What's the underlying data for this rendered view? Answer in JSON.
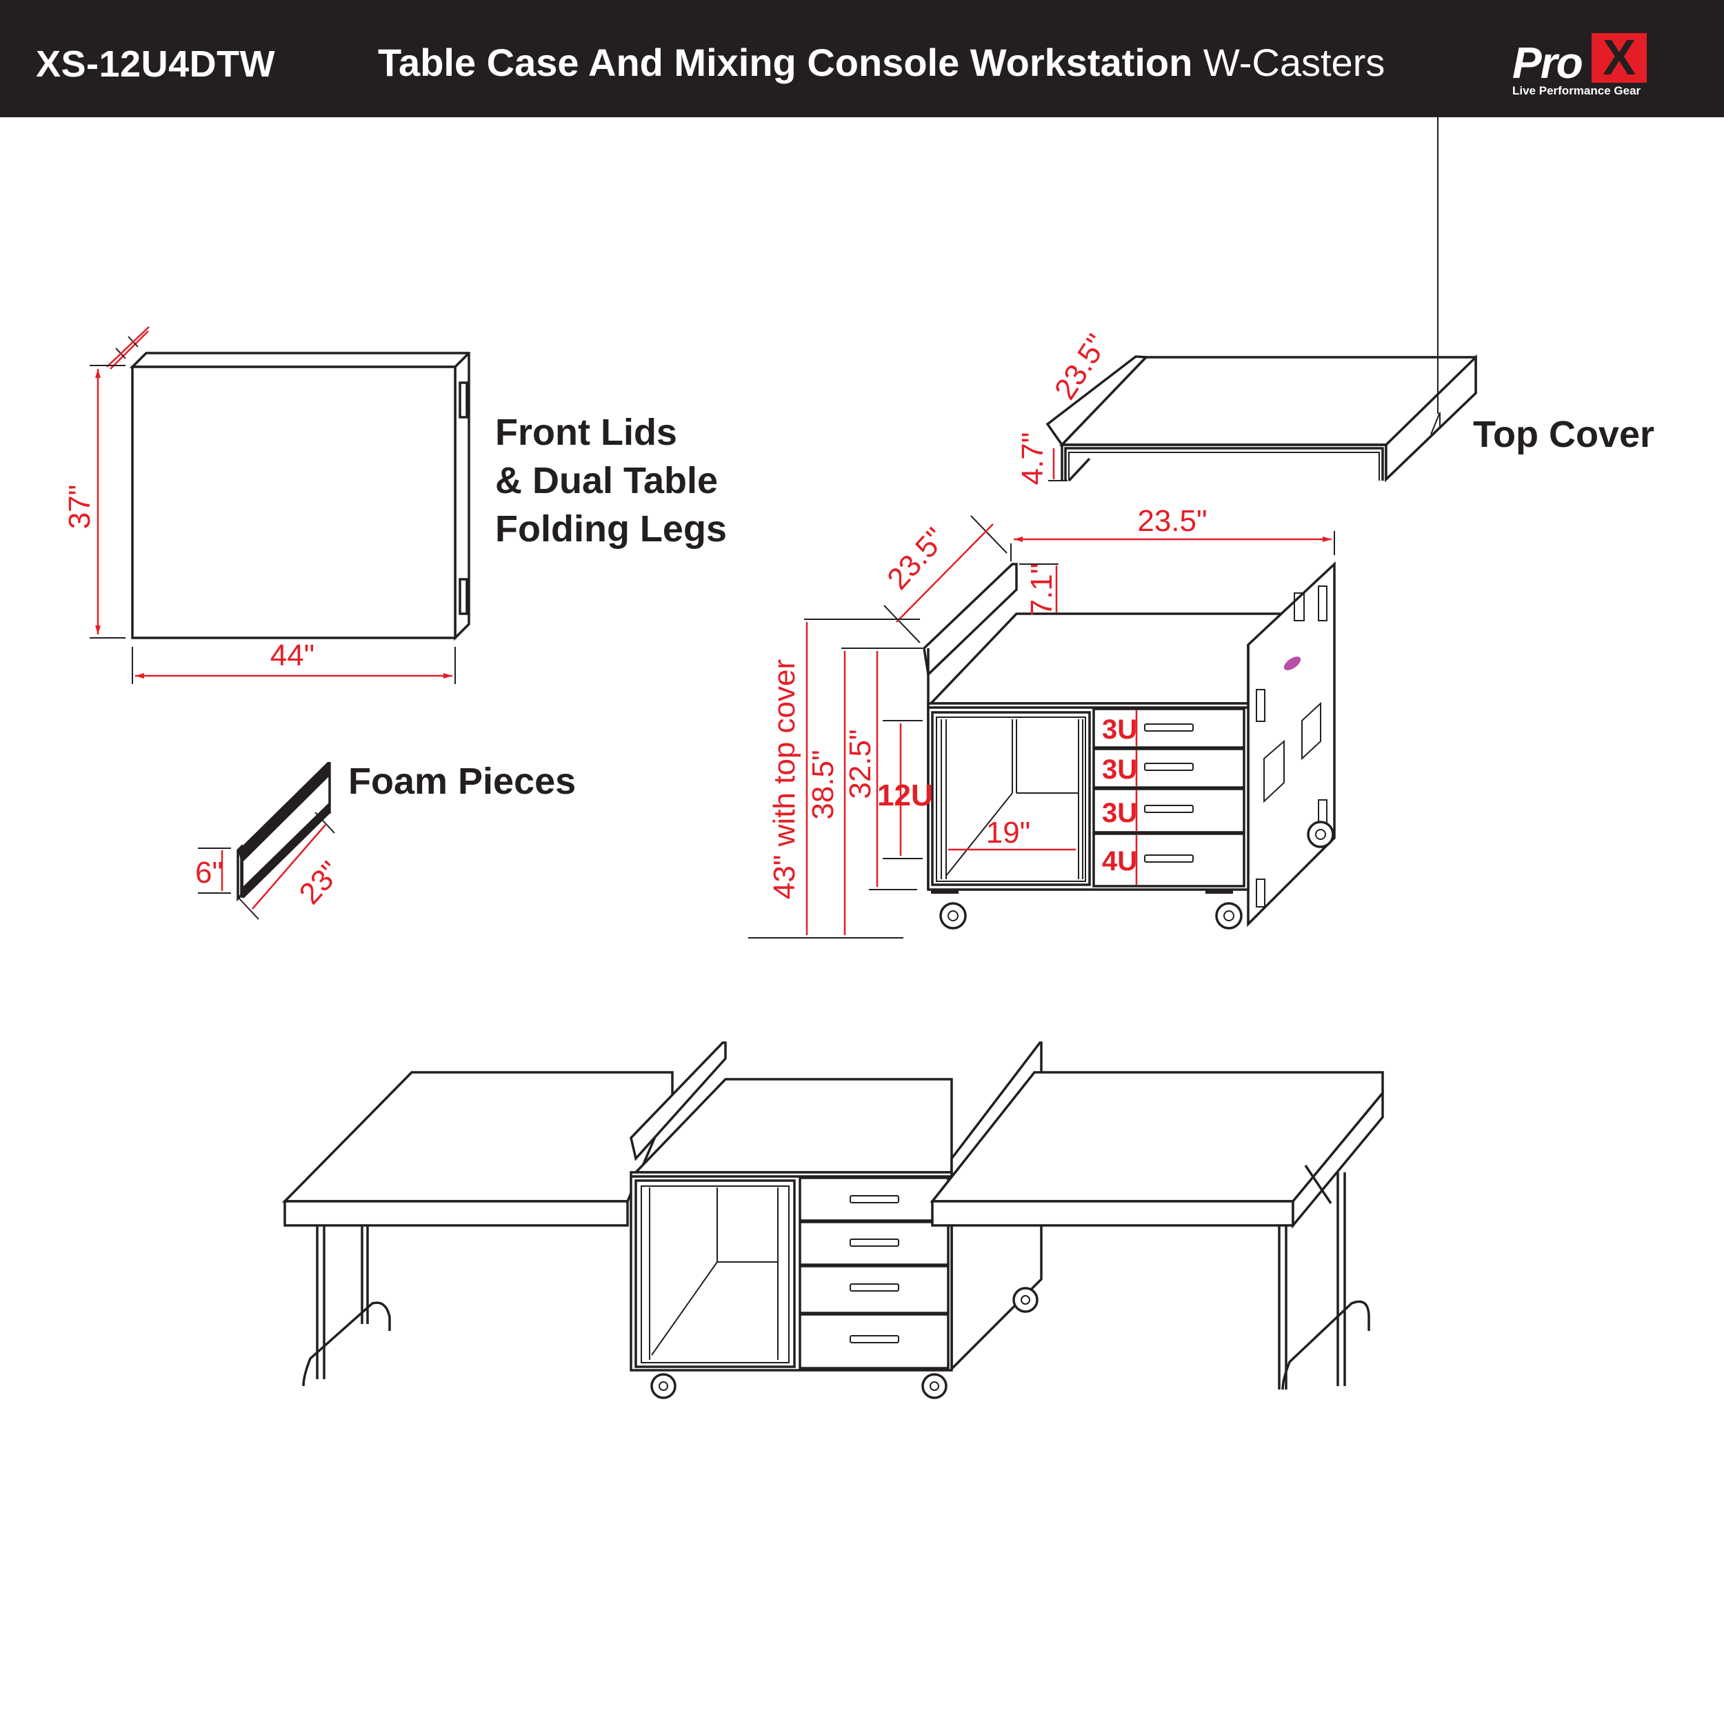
{
  "header": {
    "model": "XS-12U4DTW",
    "title_bold": "Table Case And Mixing Console Workstation",
    "title_light": "W-Casters",
    "logo": {
      "pro": "Pro",
      "x": "X",
      "tagline": "Live Performance Gear"
    }
  },
  "labels": {
    "front_lids": [
      "Front Lids",
      "& Dual Table",
      "Folding Legs"
    ],
    "foam_pieces": "Foam Pieces",
    "top_cover": "Top Cover"
  },
  "dimensions": {
    "front_lid_height": "37\"",
    "front_lid_width": "44\"",
    "foam_height": "6\"",
    "foam_length": "23\"",
    "top_cover_depth": "23.5\"",
    "top_cover_height": "4.7\"",
    "case_depth": "23.5\"",
    "case_width": "23.5\"",
    "case_lip_height": "7.1\"",
    "height_with_cover": "43\" with top cover",
    "height_overall": "38.5\"",
    "height_body": "32.5\"",
    "rack_space": "12U",
    "rack_width": "19\"",
    "drawers": [
      "3U",
      "3U",
      "3U",
      "4U"
    ]
  },
  "colors": {
    "header_bg": "#231f20",
    "accent_red": "#e41e26",
    "line": "#231f20",
    "purple_dot": "#b84fa8"
  }
}
